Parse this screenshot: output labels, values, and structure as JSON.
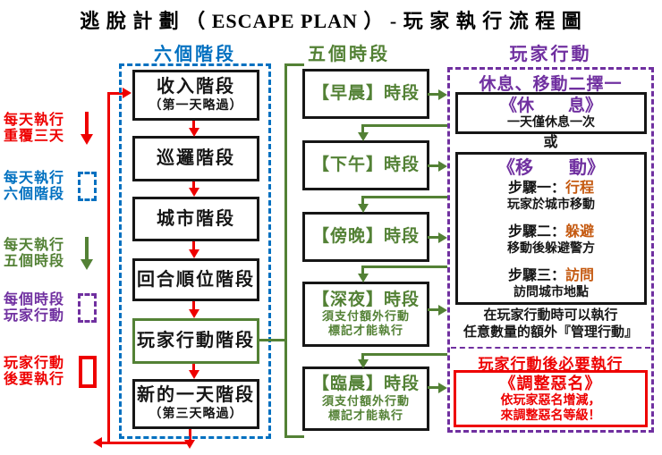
{
  "title": "逃 脫 計 劃 （ ESCAPE PLAN ） - 玩 家 執 行 流 程 圖",
  "colors": {
    "red": "#ee0000",
    "blue": "#0070c0",
    "green": "#538135",
    "purple": "#7030a0",
    "orange": "#c55a11"
  },
  "legend": {
    "items": [
      {
        "line1": "每天執行",
        "line2": "重覆三天",
        "icon": "red-down-arrow"
      },
      {
        "line1": "每天執行",
        "line2": "六個階段",
        "icon": "blue-dashed-box"
      },
      {
        "line1": "每天執行",
        "line2": "五個時段",
        "icon": "green-down-arrow"
      },
      {
        "line1": "每個時段",
        "line2": "玩家行動",
        "icon": "purple-dashed-box"
      },
      {
        "line1": "玩家行動",
        "line2": "後要執行",
        "icon": "red-solid-box"
      }
    ]
  },
  "stages": {
    "header": "六個階段",
    "boxes": [
      {
        "line1": "收入階段",
        "line2": "（第一天略過）"
      },
      {
        "line1": "巡邏階段"
      },
      {
        "line1": "城市階段"
      },
      {
        "line1": "回合順位階段"
      },
      {
        "line1": "玩家行動階段"
      },
      {
        "line1": "新的一天階段",
        "line2": "（第三天略過）"
      }
    ]
  },
  "periods": {
    "header": "五個時段",
    "boxes": [
      {
        "title": "【早晨】時段"
      },
      {
        "title": "【下午】時段"
      },
      {
        "title": "【傍晚】時段"
      },
      {
        "title": "【深夜】時段",
        "note1": "須支付額外行動",
        "note2": "標記才能執行"
      },
      {
        "title": "【臨晨】時段",
        "note1": "須支付額外行動",
        "note2": "標記才能執行"
      }
    ]
  },
  "actions": {
    "header": "玩家行動",
    "choice_title": "休息、移動二擇一",
    "rest_title": "《休　　息》",
    "rest_note": "一天僅休息一次",
    "or_label": "或",
    "move_title": "《移　　動》",
    "steps": [
      {
        "label": "步驟一：",
        "key": "行程",
        "desc": "玩家於城市移動"
      },
      {
        "label": "步驟二：",
        "key": "躲避",
        "desc": "移動後躲避警方"
      },
      {
        "label": "步驟三：",
        "key": "訪問",
        "desc": "訪問城市地點"
      }
    ],
    "manage_line1": "在玩家行動時可以執行",
    "manage_line2": "任意數量的額外『管理行動』",
    "mandatory_title": "玩家行動後必要執行",
    "notoriety_title": "《調整惡名》",
    "notoriety_line1": "依玩家惡名增減，",
    "notoriety_line2": "來調整惡名等級！"
  }
}
